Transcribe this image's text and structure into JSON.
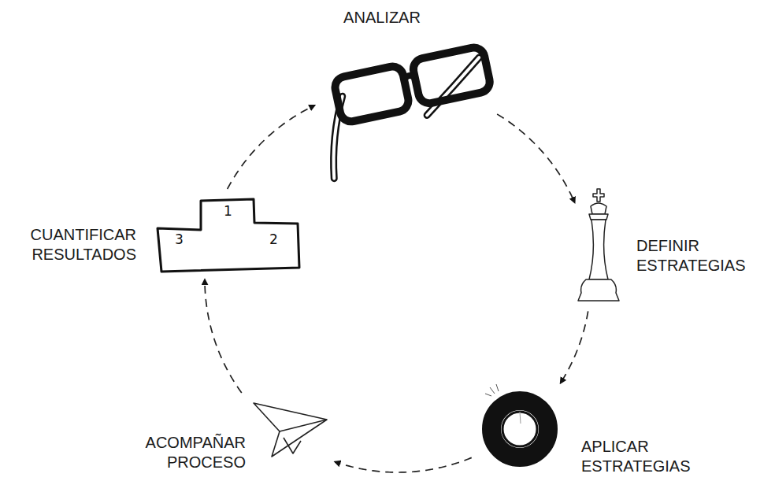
{
  "diagram": {
    "nodes": [
      {
        "text": [
          "ANALIZAR"
        ]
      },
      {
        "text": [
          "DEFINIR ESTRATEGIAS"
        ]
      },
      {
        "text": [
          "APLICAR ESTRATEGIAS"
        ]
      },
      {
        "text": [
          "ACOMPAÑAR PROCESO"
        ]
      },
      {
        "text": [
          "CUANTIFICAR RESULTADOS"
        ]
      }
    ],
    "edges": [
      {
        "from": 0,
        "to": 1,
        "arrow": "to"
      },
      {
        "from": 1,
        "to": 2,
        "arrow": "to"
      },
      {
        "from": 2,
        "to": 3,
        "arrow": "to"
      },
      {
        "from": 3,
        "to": 4,
        "arrow": "to"
      },
      {
        "from": 4,
        "to": 0,
        "arrow": "to"
      }
    ],
    "labels": [
      "1",
      "2",
      "3"
    ]
  }
}
